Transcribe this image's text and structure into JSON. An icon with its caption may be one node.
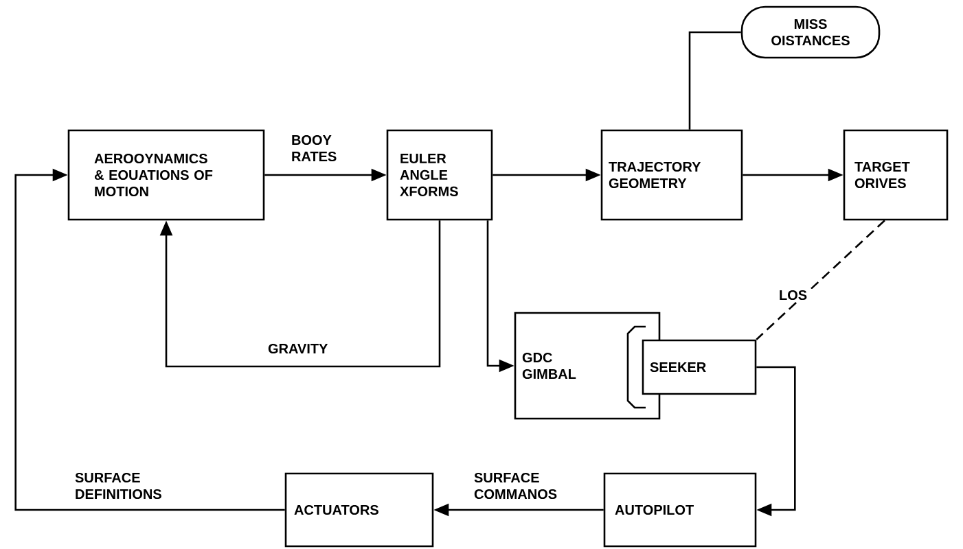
{
  "diagram": {
    "nodes": [
      {
        "text": [
          "AEROOYNAMICS & EOUATIONS OF MOTION"
        ]
      },
      {
        "text": [
          "EULER ANGLE XFORMS"
        ]
      },
      {
        "text": [
          "TRAJECTORY GEOMETRY"
        ]
      },
      {
        "text": [
          "TARGET ORIVES"
        ]
      },
      {
        "text": [
          "MISS OISTANCES"
        ]
      },
      {
        "text": [
          "GDC GIMBAL"
        ]
      },
      {
        "text": [
          "SEEKER"
        ]
      },
      {
        "text": [
          "AUTOPILOT"
        ]
      },
      {
        "text": [
          "ACTUATORS"
        ]
      }
    ],
    "edges": [
      {
        "from": 0,
        "to": 1,
        "arrow": "to",
        "label": "BOOY RATES"
      },
      {
        "from": 1,
        "to": 2,
        "arrow": "to"
      },
      {
        "from": 2,
        "to": 3,
        "arrow": "to"
      },
      {
        "from": 2,
        "to": 4,
        "arrow": "none"
      },
      {
        "from": 1,
        "to": 0,
        "arrow": "to",
        "label": "GRAVITY"
      },
      {
        "from": 1,
        "to": 5,
        "arrow": "to"
      },
      {
        "from": 3,
        "to": 6,
        "arrow": "none",
        "label": "LOS",
        "style": "dashed"
      },
      {
        "from": 6,
        "to": 7,
        "arrow": "to"
      },
      {
        "from": 7,
        "to": 8,
        "arrow": "to",
        "label": "SURFACE COMMANOS"
      },
      {
        "from": 8,
        "to": 0,
        "arrow": "to",
        "label": "SURFACE DEFINITIONS"
      }
    ]
  }
}
